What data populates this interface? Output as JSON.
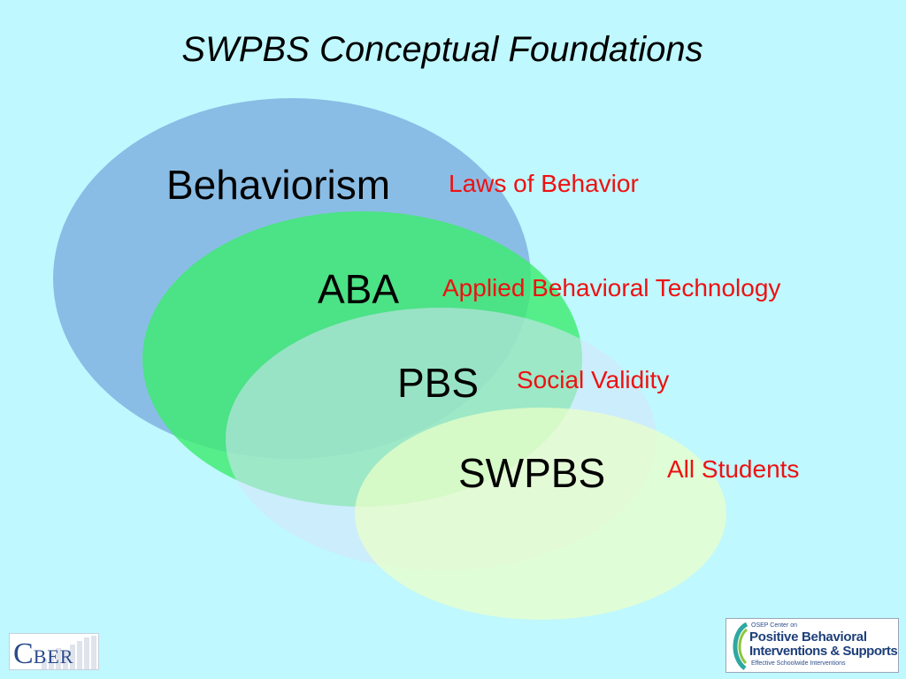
{
  "title": "SWPBS Conceptual Foundations",
  "colors": {
    "background": "#bff8ff",
    "note_text": "#ee1111",
    "ellipse_behaviorism": "#78aadc",
    "ellipse_aba": "#3ceb6e",
    "ellipse_pbs": "#d7e4fa",
    "ellipse_swpbs": "#ebffc8"
  },
  "layers": [
    {
      "label": "Behaviorism",
      "note": "Laws of Behavior"
    },
    {
      "label": "ABA",
      "note": "Applied Behavioral Technology"
    },
    {
      "label": "PBS",
      "note": "Social Validity"
    },
    {
      "label": "SWPBS",
      "note": "All Students"
    }
  ],
  "logos": {
    "cber": {
      "first": "C",
      "rest": "BER"
    },
    "pbis": {
      "line1": "OSEP Center on",
      "line2": "Positive Behavioral",
      "line3": "Interventions & Supports",
      "line4": "Effective Schoolwide Interventions"
    }
  }
}
